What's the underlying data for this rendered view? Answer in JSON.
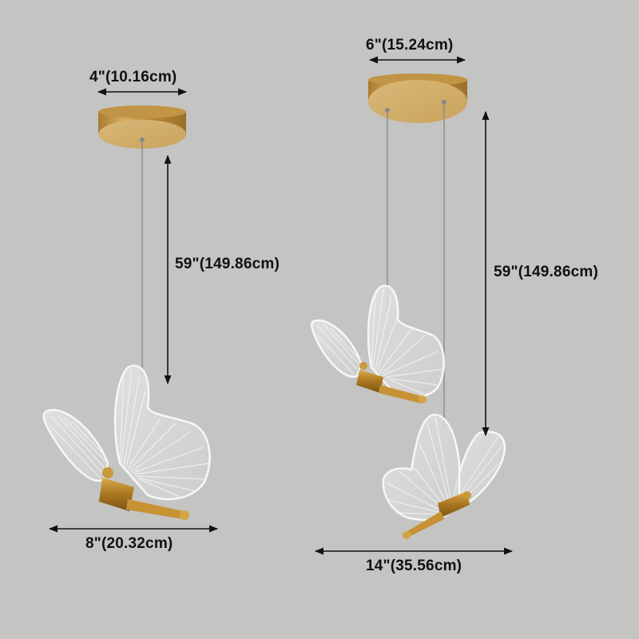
{
  "product": {
    "description": "Butterfly pendant light dimension diagram",
    "background_color": "#c4c4c2",
    "accent_color": "#b8873a"
  },
  "single_pendant": {
    "canopy_width_label": "4\"(10.16cm)",
    "drop_height_label": "59\"(149.86cm)",
    "fixture_width_label": "8\"(20.32cm)",
    "lights": 1
  },
  "double_pendant": {
    "canopy_width_label": "6\"(15.24cm)",
    "drop_height_label": "59\"(149.86cm)",
    "fixture_width_label": "14\"(35.56cm)",
    "lights": 2
  }
}
